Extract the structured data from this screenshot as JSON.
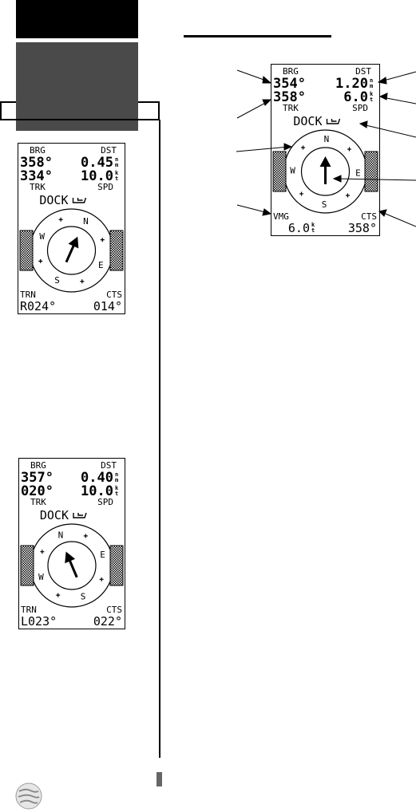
{
  "screens": [
    {
      "id": "main",
      "brg_label": "BRG",
      "dst_label": "DST",
      "brg_value": "354°",
      "dst_value": "1.20",
      "dst_unit_top": "n",
      "dst_unit_bottom": "m",
      "trk_value": "358°",
      "spd_value": "6.0",
      "spd_unit_top": "k",
      "spd_unit_bottom": "t",
      "trk_label": "TRK",
      "spd_label": "SPD",
      "destination": "DOCK",
      "compass": {
        "n": "N",
        "e": "E",
        "s": "S",
        "w": "W"
      },
      "pointer_angle_deg": 0,
      "bottom_left_label": "VMG",
      "bottom_right_label": "CTS",
      "bottom_left_value": "6.0",
      "bottom_left_unit_top": "k",
      "bottom_left_unit_bottom": "t",
      "bottom_right_value": "358°"
    },
    {
      "id": "right-turn",
      "brg_label": "BRG",
      "dst_label": "DST",
      "brg_value": "358°",
      "dst_value": "0.45",
      "dst_unit_top": "n",
      "dst_unit_bottom": "m",
      "trk_value": "334°",
      "spd_value": "10.0",
      "spd_unit_top": "k",
      "spd_unit_bottom": "t",
      "trk_label": "TRK",
      "spd_label": "SPD",
      "destination": "DOCK",
      "compass": {
        "n": "N",
        "e": "E",
        "s": "S",
        "w": "W"
      },
      "pointer_angle_deg": 24,
      "bottom_left_label": "TRN",
      "bottom_right_label": "CTS",
      "bottom_left_value": "R024°",
      "bottom_left_unit_top": "",
      "bottom_left_unit_bottom": "",
      "bottom_right_value": "014°"
    },
    {
      "id": "left-turn",
      "brg_label": "BRG",
      "dst_label": "DST",
      "brg_value": "357°",
      "dst_value": "0.40",
      "dst_unit_top": "n",
      "dst_unit_bottom": "m",
      "trk_value": "020°",
      "spd_value": "10.0",
      "spd_unit_top": "k",
      "spd_unit_bottom": "t",
      "trk_label": "TRK",
      "spd_label": "SPD",
      "destination": "DOCK",
      "compass": {
        "n": "N",
        "e": "E",
        "s": "S",
        "w": "W"
      },
      "pointer_angle_deg": -23,
      "bottom_left_label": "TRN",
      "bottom_right_label": "CTS",
      "bottom_left_value": "L023°",
      "bottom_left_unit_top": "",
      "bottom_left_unit_bottom": "",
      "bottom_right_value": "022°"
    }
  ],
  "icons": {
    "logo": "globe-logo-icon",
    "boat": "boat-icon"
  }
}
